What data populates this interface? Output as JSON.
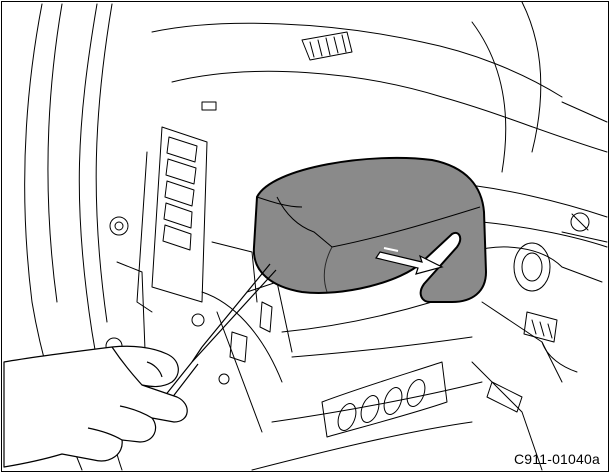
{
  "figure": {
    "code": "C911-01040a",
    "colors": {
      "line": "#000000",
      "paper": "#ffffff",
      "cover_fill": "#8a8a8a",
      "cover_shade": "#6e6e6e",
      "arrow_fill": "#ffffff"
    },
    "icons": {
      "arrow": "removal-direction-arrow",
      "tool": "screwdriver",
      "hand": "hand"
    }
  }
}
